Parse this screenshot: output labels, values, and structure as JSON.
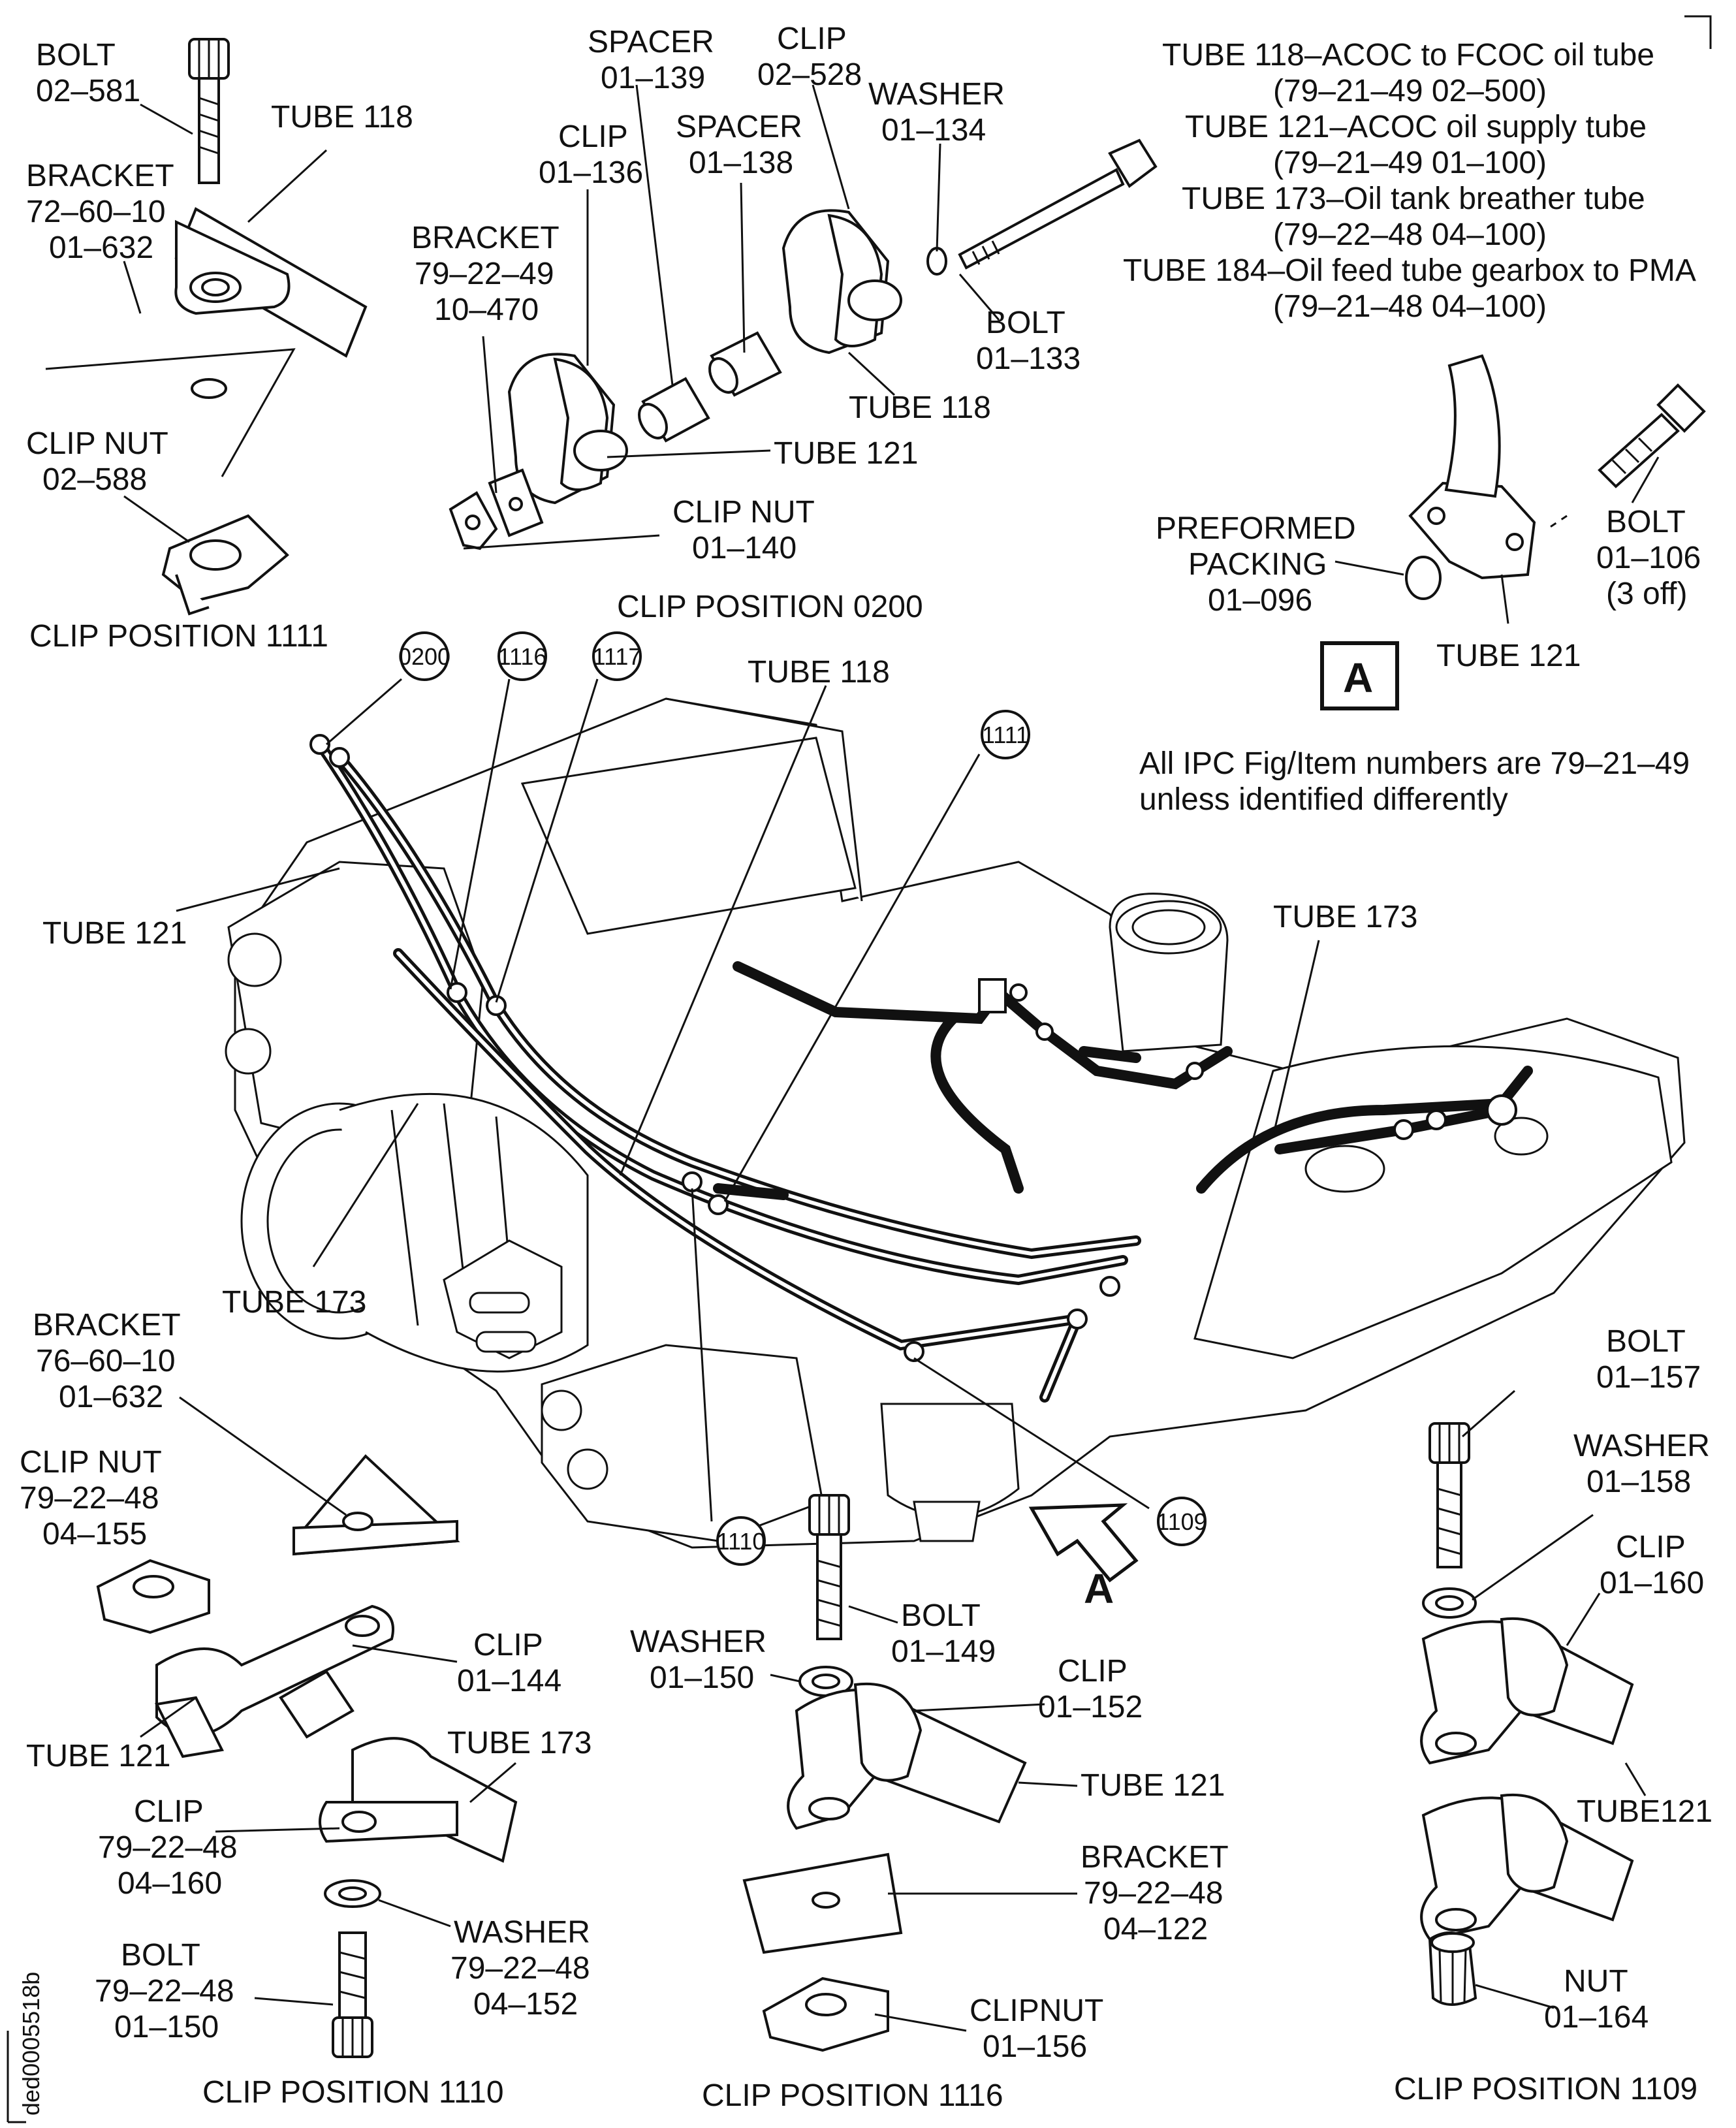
{
  "callouts": {
    "top_left": {
      "bolt": [
        "BOLT",
        "02–581"
      ],
      "tube": [
        "TUBE 118"
      ],
      "bracket": [
        "BRACKET",
        "72–60–10",
        "01–632"
      ],
      "clip_nut": [
        "CLIP NUT",
        "02–588"
      ],
      "caption": "CLIP POSITION 1111"
    },
    "top_center": {
      "spacer_139": [
        "SPACER",
        "01–139"
      ],
      "clip_528": [
        "CLIP",
        "02–528"
      ],
      "washer": [
        "WASHER",
        "01–134"
      ],
      "clip_136": [
        "CLIP",
        "01–136"
      ],
      "spacer_138": [
        "SPACER",
        "01–138"
      ],
      "bracket": [
        "BRACKET",
        "79–22–49",
        "10–470"
      ],
      "bolt": [
        "BOLT",
        "01–133"
      ],
      "tube_118": [
        "TUBE 118"
      ],
      "tube_121": [
        "TUBE 121"
      ],
      "clip_nut": [
        "CLIP NUT",
        "01–140"
      ],
      "caption": "CLIP POSITION 0200"
    },
    "tube_list": [
      "TUBE 118–ACOC to FCOC oil tube",
      "(79–21–49  02–500)",
      "TUBE 121–ACOC oil supply tube",
      "(79–21–49  01–100)",
      "TUBE 173–Oil tank breather tube",
      "(79–22–48  04–100)",
      "TUBE 184–Oil feed tube gearbox to PMA",
      "(79–21–48  04–100)"
    ],
    "view_a": {
      "preformed": [
        "PREFORMED",
        "PACKING",
        "01–096"
      ],
      "bolt": [
        "BOLT",
        "01–106",
        "(3 off)"
      ],
      "tube": "TUBE 121",
      "box_label": "A"
    },
    "ipc_note": [
      "All IPC Fig/Item numbers are 79–21–49",
      "unless identified differently"
    ],
    "main": {
      "circles": [
        "0200",
        "1116",
        "1117",
        "1111",
        "1110",
        "1109"
      ],
      "tube_118": "TUBE 118",
      "tube_121": "TUBE 121",
      "tube_173_left": "TUBE 173",
      "tube_173_right": "TUBE 173",
      "arrow_a": "A"
    },
    "bottom_left": {
      "bracket": [
        "BRACKET",
        "76–60–10",
        "01–632"
      ],
      "clip_nut": [
        "CLIP NUT",
        "79–22–48",
        "04–155"
      ],
      "clip_144": [
        "CLIP",
        "01–144"
      ],
      "tube_121": "TUBE 121",
      "tube_173": "TUBE 173",
      "clip": [
        "CLIP",
        "79–22–48",
        "04–160"
      ],
      "washer": [
        "WASHER",
        "79–22–48",
        "04–152"
      ],
      "bolt": [
        "BOLT",
        "79–22–48",
        "01–150"
      ],
      "caption": "CLIP POSITION 1110"
    },
    "bottom_center": {
      "bolt": [
        "BOLT",
        "01–149"
      ],
      "washer": [
        "WASHER",
        "01–150"
      ],
      "clip": [
        "CLIP",
        "01–152"
      ],
      "tube": "TUBE 121",
      "bracket": [
        "BRACKET",
        "79–22–48",
        "04–122"
      ],
      "clipnut": [
        "CLIPNUT",
        "01–156"
      ],
      "caption": "CLIP POSITION 1116"
    },
    "bottom_right": {
      "bolt": [
        "BOLT",
        "01–157"
      ],
      "washer": [
        "WASHER",
        "01–158"
      ],
      "clip": [
        "CLIP",
        "01–160"
      ],
      "tube": "TUBE121",
      "nut": [
        "NUT",
        "01–164"
      ],
      "caption": "CLIP POSITION 1109"
    },
    "drawing_id": "ded0005518b"
  }
}
